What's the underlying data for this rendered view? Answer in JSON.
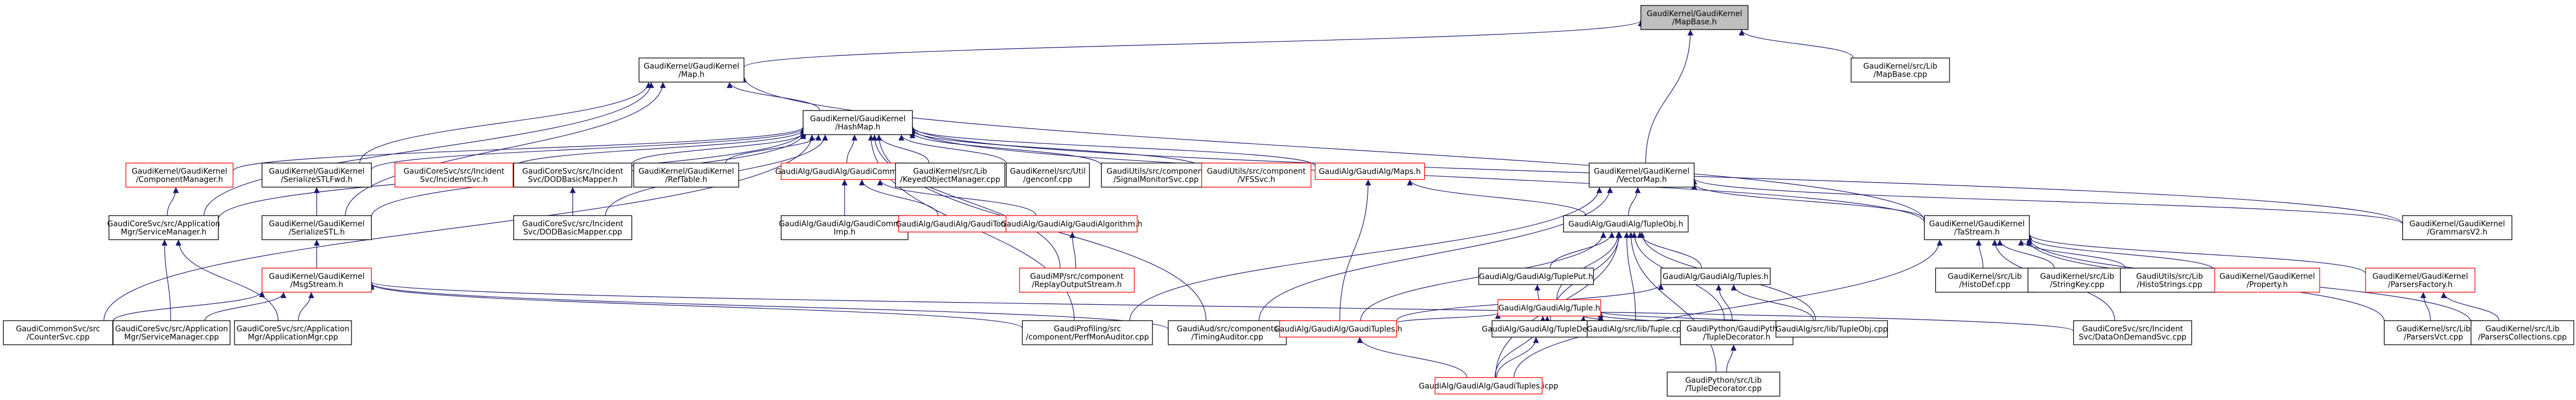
{
  "diagram": {
    "type": "include-dependency-graph",
    "colors": {
      "edge": "#191970",
      "node_border": "#000000",
      "node_border_missing": "#ff0000",
      "node_fill": "#ffffff",
      "root_fill": "#bfbfbf"
    },
    "nodes": [
      {
        "id": "n0",
        "label": [
          "GaudiKernel/GaudiKernel",
          "/MapBase.h"
        ],
        "root": true
      },
      {
        "id": "n1",
        "label": [
          "GaudiKernel/GaudiKernel",
          "/Map.h"
        ]
      },
      {
        "id": "n2",
        "label": [
          "GaudiKernel/src/Lib",
          "/MapBase.cpp"
        ]
      },
      {
        "id": "n3",
        "label": [
          "GaudiKernel/GaudiKernel",
          "/HashMap.h"
        ]
      },
      {
        "id": "n4",
        "label": [
          "GaudiKernel/GaudiKernel",
          "/VectorMap.h"
        ]
      },
      {
        "id": "n5",
        "label": [
          "GaudiKernel/GaudiKernel",
          "/ComponentManager.h"
        ],
        "red": true
      },
      {
        "id": "n6",
        "label": [
          "GaudiKernel/GaudiKernel",
          "/SerializeSTLFwd.h"
        ]
      },
      {
        "id": "n7",
        "label": [
          "GaudiCoreSvc/src/Incident",
          "Svc/IncidentSvc.h"
        ],
        "red": true
      },
      {
        "id": "n8",
        "label": [
          "GaudiCoreSvc/src/Incident",
          "Svc/DODBasicMapper.h"
        ]
      },
      {
        "id": "n9",
        "label": [
          "GaudiKernel/GaudiKernel",
          "/RefTable.h"
        ]
      },
      {
        "id": "n10",
        "label": [
          "GaudiAlg/GaudiAlg/GaudiCommon.h"
        ],
        "red": true
      },
      {
        "id": "n11",
        "label": [
          "GaudiKernel/src/Lib",
          "/KeyedObjectManager.cpp"
        ]
      },
      {
        "id": "n12",
        "label": [
          "GaudiKernel/src/Util",
          "/genconf.cpp"
        ]
      },
      {
        "id": "n13",
        "label": [
          "GaudiUtils/src/component",
          "/SignalMonitorSvc.cpp"
        ]
      },
      {
        "id": "n14",
        "label": [
          "GaudiUtils/src/component",
          "/VFSSvc.h"
        ],
        "red": true
      },
      {
        "id": "n15",
        "label": [
          "GaudiAlg/GaudiAlg/Maps.h"
        ],
        "red": true
      },
      {
        "id": "n16",
        "label": [
          "GaudiCoreSvc/src/Application",
          "Mgr/ServiceManager.h"
        ]
      },
      {
        "id": "n17",
        "label": [
          "GaudiKernel/GaudiKernel",
          "/SerializeSTL.h"
        ]
      },
      {
        "id": "n18",
        "label": [
          "GaudiCoreSvc/src/Incident",
          "Svc/DODBasicMapper.cpp"
        ]
      },
      {
        "id": "n19",
        "label": [
          "GaudiAlg/GaudiAlg/GaudiCommon",
          "Imp.h"
        ]
      },
      {
        "id": "n20",
        "label": [
          "GaudiAlg/GaudiAlg/GaudiTool.h"
        ],
        "red": true
      },
      {
        "id": "n21",
        "label": [
          "GaudiAlg/GaudiAlg/GaudiAlgorithm.h"
        ],
        "red": true
      },
      {
        "id": "n22",
        "label": [
          "GaudiMP/src/component",
          "/ReplayOutputStream.h"
        ],
        "red": true
      },
      {
        "id": "n23",
        "label": [
          "GaudiAlg/GaudiAlg/TupleObj.h"
        ]
      },
      {
        "id": "n24",
        "label": [
          "GaudiKernel/GaudiKernel",
          "/MsgStream.h"
        ],
        "red": true
      },
      {
        "id": "n25",
        "label": [
          "GaudiKernel/GaudiKernel",
          "/TaStream.h"
        ]
      },
      {
        "id": "n26",
        "label": [
          "GaudiKernel/GaudiKernel",
          "/GrammarsV2.h"
        ]
      },
      {
        "id": "n27",
        "label": [
          "GaudiAlg/GaudiAlg/TuplePut.h"
        ]
      },
      {
        "id": "n28",
        "label": [
          "GaudiAlg/GaudiAlg/Tuples.h"
        ]
      },
      {
        "id": "n29",
        "label": [
          "GaudiAlg/GaudiAlg/Tuple.h"
        ],
        "red": true
      },
      {
        "id": "n30",
        "label": [
          "GaudiKernel/src/Lib",
          "/HistoDef.cpp"
        ]
      },
      {
        "id": "n31",
        "label": [
          "GaudiKernel/src/Lib",
          "/StringKey.cpp"
        ]
      },
      {
        "id": "n32",
        "label": [
          "GaudiUtils/src/Lib",
          "/HistoStrings.cpp"
        ]
      },
      {
        "id": "n33",
        "label": [
          "GaudiKernel/GaudiKernel",
          "/Property.h"
        ],
        "red": true
      },
      {
        "id": "n34",
        "label": [
          "GaudiKernel/GaudiKernel",
          "/ParsersFactory.h"
        ],
        "red": true
      },
      {
        "id": "n35",
        "label": [
          "GaudiCommonSvc/src",
          "/CounterSvc.cpp"
        ]
      },
      {
        "id": "n36",
        "label": [
          "GaudiCoreSvc/src/Application",
          "Mgr/ServiceManager.cpp"
        ]
      },
      {
        "id": "n37",
        "label": [
          "GaudiCoreSvc/src/Application",
          "Mgr/ApplicationMgr.cpp"
        ]
      },
      {
        "id": "n38",
        "label": [
          "GaudiProfiling/src",
          "/component/PerfMonAuditor.cpp"
        ]
      },
      {
        "id": "n39",
        "label": [
          "GaudiAud/src/components",
          "/TimingAuditor.cpp"
        ]
      },
      {
        "id": "n40",
        "label": [
          "GaudiAlg/GaudiAlg/GaudiTuples.h"
        ],
        "red": true
      },
      {
        "id": "n41",
        "label": [
          "GaudiAlg/GaudiAlg/TupleDetail.h"
        ]
      },
      {
        "id": "n42",
        "label": [
          "GaudiAlg/src/lib/Tuple.cpp"
        ]
      },
      {
        "id": "n43",
        "label": [
          "GaudiPython/GaudiPython",
          "/TupleDecorator.h"
        ]
      },
      {
        "id": "n44",
        "label": [
          "GaudiAlg/src/lib/TupleObj.cpp"
        ]
      },
      {
        "id": "n45",
        "label": [
          "GaudiCoreSvc/src/Incident",
          "Svc/DataOnDemandSvc.cpp"
        ]
      },
      {
        "id": "n46",
        "label": [
          "GaudiKernel/src/Lib",
          "/ParsersVct.cpp"
        ]
      },
      {
        "id": "n47",
        "label": [
          "GaudiKernel/src/Lib",
          "/ParsersCollections.cpp"
        ]
      },
      {
        "id": "n48",
        "label": [
          "GaudiAlg/GaudiAlg/GaudiTuples.icpp"
        ],
        "red": true
      },
      {
        "id": "n49",
        "label": [
          "GaudiPython/src/Lib",
          "/TupleDecorator.cpp"
        ]
      }
    ],
    "edges": [
      [
        "n0",
        "n1"
      ],
      [
        "n0",
        "n2"
      ],
      [
        "n0",
        "n4"
      ],
      [
        "n1",
        "n3"
      ],
      [
        "n1",
        "n6"
      ],
      [
        "n1",
        "n16"
      ],
      [
        "n1",
        "n17"
      ],
      [
        "n1",
        "n25"
      ],
      [
        "n3",
        "n5"
      ],
      [
        "n3",
        "n6"
      ],
      [
        "n3",
        "n7"
      ],
      [
        "n3",
        "n8"
      ],
      [
        "n3",
        "n9"
      ],
      [
        "n3",
        "n10"
      ],
      [
        "n3",
        "n11"
      ],
      [
        "n3",
        "n12"
      ],
      [
        "n3",
        "n13"
      ],
      [
        "n3",
        "n14"
      ],
      [
        "n3",
        "n15"
      ],
      [
        "n3",
        "n16"
      ],
      [
        "n3",
        "n17"
      ],
      [
        "n3",
        "n18"
      ],
      [
        "n3",
        "n22"
      ],
      [
        "n3",
        "n25"
      ],
      [
        "n3",
        "n26"
      ],
      [
        "n3",
        "n35"
      ],
      [
        "n3",
        "n38"
      ],
      [
        "n3",
        "n39"
      ],
      [
        "n4",
        "n23"
      ],
      [
        "n4",
        "n25"
      ],
      [
        "n4",
        "n26"
      ],
      [
        "n4",
        "n38"
      ],
      [
        "n4",
        "n39"
      ],
      [
        "n5",
        "n16"
      ],
      [
        "n6",
        "n17"
      ],
      [
        "n8",
        "n18"
      ],
      [
        "n10",
        "n19"
      ],
      [
        "n10",
        "n20"
      ],
      [
        "n10",
        "n21"
      ],
      [
        "n21",
        "n22"
      ],
      [
        "n15",
        "n23"
      ],
      [
        "n15",
        "n40"
      ],
      [
        "n16",
        "n36"
      ],
      [
        "n16",
        "n37"
      ],
      [
        "n17",
        "n24"
      ],
      [
        "n23",
        "n27"
      ],
      [
        "n23",
        "n28"
      ],
      [
        "n23",
        "n29"
      ],
      [
        "n23",
        "n40"
      ],
      [
        "n23",
        "n41"
      ],
      [
        "n23",
        "n42"
      ],
      [
        "n23",
        "n43"
      ],
      [
        "n23",
        "n44"
      ],
      [
        "n23",
        "n48"
      ],
      [
        "n23",
        "n49"
      ],
      [
        "n24",
        "n35"
      ],
      [
        "n24",
        "n36"
      ],
      [
        "n24",
        "n37"
      ],
      [
        "n24",
        "n38"
      ],
      [
        "n24",
        "n39"
      ],
      [
        "n24",
        "n45"
      ],
      [
        "n25",
        "n30"
      ],
      [
        "n25",
        "n31"
      ],
      [
        "n25",
        "n32"
      ],
      [
        "n25",
        "n33"
      ],
      [
        "n25",
        "n34"
      ],
      [
        "n25",
        "n45"
      ],
      [
        "n25",
        "n46"
      ],
      [
        "n25",
        "n47"
      ],
      [
        "n25",
        "n48"
      ],
      [
        "n27",
        "n41"
      ],
      [
        "n28",
        "n40"
      ],
      [
        "n28",
        "n43"
      ],
      [
        "n28",
        "n44"
      ],
      [
        "n29",
        "n40"
      ],
      [
        "n29",
        "n41"
      ],
      [
        "n29",
        "n42"
      ],
      [
        "n29",
        "n43"
      ],
      [
        "n29",
        "n44"
      ],
      [
        "n29",
        "n48"
      ],
      [
        "n34",
        "n46"
      ],
      [
        "n34",
        "n47"
      ],
      [
        "n40",
        "n48"
      ],
      [
        "n41",
        "n48"
      ],
      [
        "n43",
        "n49"
      ]
    ]
  }
}
